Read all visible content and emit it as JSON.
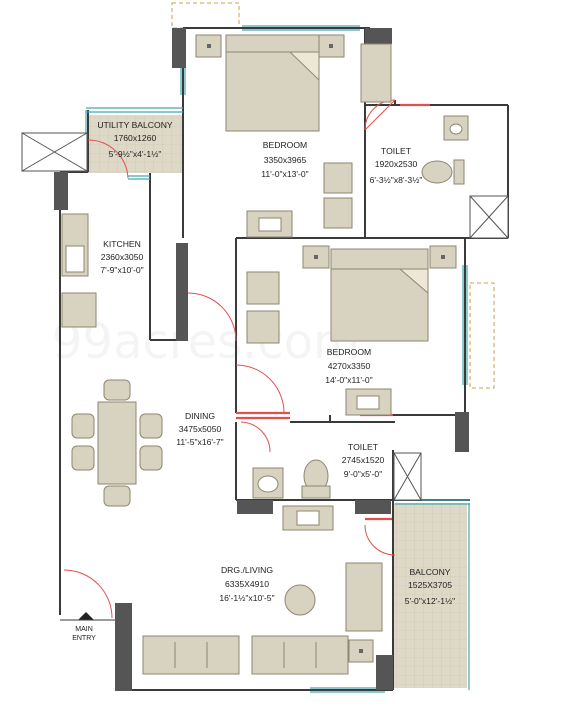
{
  "rooms": {
    "utility_balcony": {
      "name": "UTILITY BALCONY",
      "metric": "1760x1260",
      "imperial": "5'-9½\"x4'-1½\""
    },
    "bedroom1": {
      "name": "BEDROOM",
      "metric": "3350x3965",
      "imperial": "11'-0\"x13'-0\""
    },
    "toilet1": {
      "name": "TOILET",
      "metric": "1920x2530",
      "imperial": "6'-3½\"x8'-3½\""
    },
    "kitchen": {
      "name": "KITCHEN",
      "metric": "2360x3050",
      "imperial": "7'-9\"x10'-0\""
    },
    "bedroom2": {
      "name": "BEDROOM",
      "metric": "4270x3350",
      "imperial": "14'-0\"x11'-0\""
    },
    "dining": {
      "name": "DINING",
      "metric": "3475x5050",
      "imperial": "11'-5\"x16'-7\""
    },
    "toilet2": {
      "name": "TOILET",
      "metric": "2745x1520",
      "imperial": "9'-0\"x5'-0\""
    },
    "living": {
      "name": "DRG./LIVING",
      "metric": "6335X4910",
      "imperial": "16'-1½\"x10'-5\""
    },
    "balcony": {
      "name": "BALCONY",
      "metric": "1525X3705",
      "imperial": "5'-0\"x12'-1½\""
    }
  },
  "entry": {
    "line1": "MAIN",
    "line2": "ENTRY"
  },
  "watermark": "99acres.com",
  "colors": {
    "wall": "#3a3a3a",
    "column": "#555555",
    "furniture": "#d8d2c0",
    "furniture_edge": "#8d8672",
    "window": "#44a8b0",
    "door_swing": "#e05050",
    "balcony_tile": "#ddd9c6",
    "shaft_line": "#c8a040"
  }
}
